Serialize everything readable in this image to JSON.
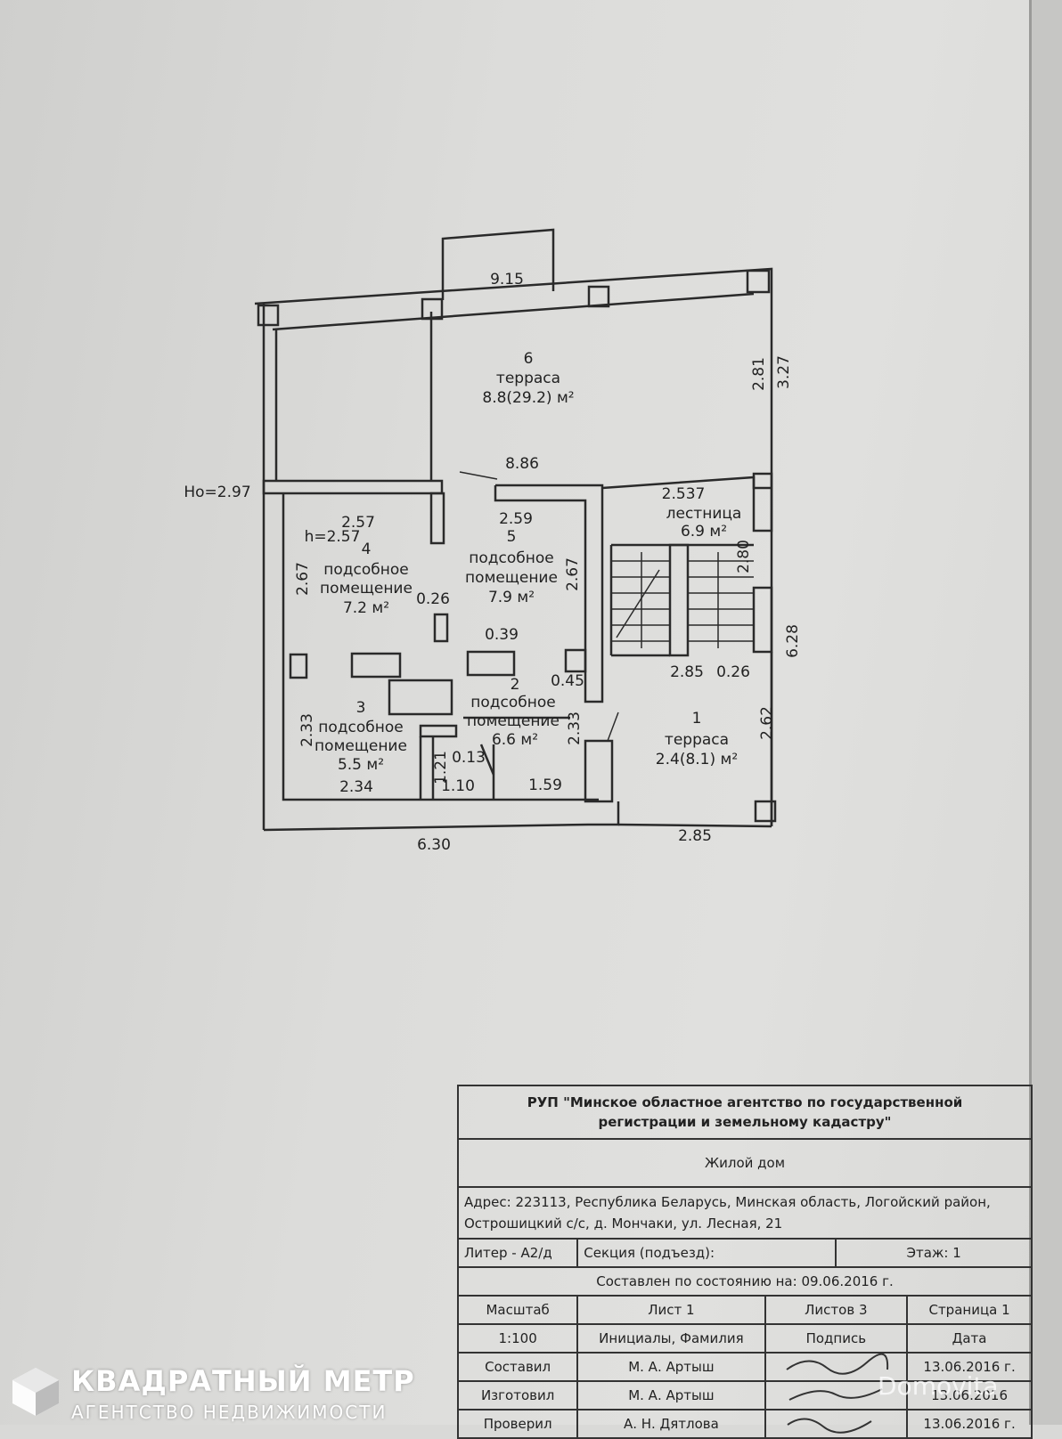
{
  "plan": {
    "rooms": [
      {
        "num": "6",
        "name": "терраса",
        "area": "8.8(29.2) м²"
      },
      {
        "num": "2.537",
        "name": "лестница",
        "area": "6.9 м²"
      },
      {
        "num": "4",
        "name_l1": "подсобное",
        "name_l2": "помещение",
        "area": "7.2 м²",
        "height": "h=2.57"
      },
      {
        "num": "5",
        "name_l1": "подсобное",
        "name_l2": "помещение",
        "area": "7.9 м²"
      },
      {
        "num": "2",
        "name_l1": "подсобное",
        "name_l2": "помещение",
        "area": "6.6 м²"
      },
      {
        "num": "3",
        "name_l1": "подсобное",
        "name_l2": "помещение",
        "area": "5.5 м²"
      },
      {
        "num": "1",
        "name": "терраса",
        "area": "2.4(8.1) м²"
      }
    ],
    "dims": {
      "d915": "9.15",
      "d886": "8.86",
      "d281": "2.81",
      "d327": "3.27",
      "ho": "Ho=2.97",
      "d257": "2.57",
      "d259": "2.59",
      "d267a": "2.67",
      "d267b": "2.67",
      "d026a": "0.26",
      "d039": "0.39",
      "d045": "0.45",
      "d280": "2.80",
      "d285a": "2.85",
      "d026b": "0.26",
      "d628": "6.28",
      "d262": "2.62",
      "d233a": "2.33",
      "d233b": "2.33",
      "d121": "1.21",
      "d013": "0.13",
      "d234": "2.34",
      "d110": "1.10",
      "d159": "1.59",
      "d630": "6.30",
      "d285b": "2.85"
    }
  },
  "stamp": {
    "org_l1": "РУП \"Минское областное агентство по государственной",
    "org_l2": "регистрации и земельному кадастру\"",
    "object": "Жилой дом",
    "addr_l1": "Адрес: 223113, Республика Беларусь, Минская область, Логойский район,",
    "addr_l2": "Острошицкий с/с, д. Мончаки, ул. Лесная, 21",
    "liter": "Литер  -  А2/д",
    "section": "Секция (подъезд):",
    "floor_label": "Этаж:",
    "floor": "1",
    "state": "Составлен по состоянию на: 09.06.2016 г.",
    "h_scale": "Масштаб",
    "h_sheet": "Лист",
    "sheet": "1",
    "h_sheets": "Листов",
    "sheets": "3",
    "h_page": "Страница 1",
    "scale": "1:100",
    "h_names": "Инициалы, Фамилия",
    "h_sign": "Подпись",
    "h_date": "Дата",
    "rows": [
      {
        "role": "Составил",
        "name": "М. А. Артыш",
        "date": "13.06.2016 г."
      },
      {
        "role": "Изготовил",
        "name": "М. А. Артыш",
        "date": "13.06.2016"
      },
      {
        "role": "Проверил",
        "name": "А. Н. Дятлова",
        "date": "13.06.2016 г."
      }
    ]
  },
  "logo": {
    "title": "КВАДРАТНЫЙ МЕТР",
    "subtitle": "АГЕНТСТВО НЕДВИЖИМОСТИ"
  },
  "watermark": "Domovita"
}
